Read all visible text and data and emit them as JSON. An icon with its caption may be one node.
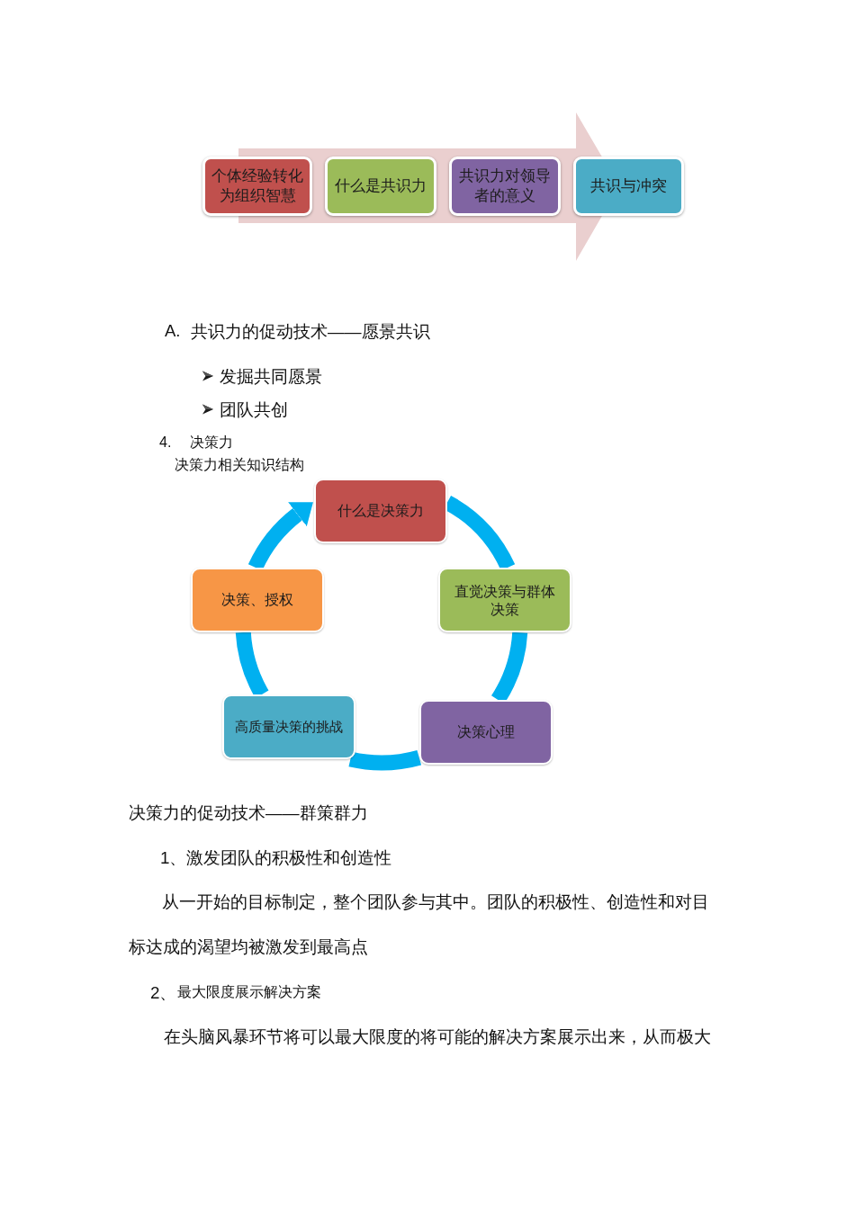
{
  "diagram": {
    "nodes": [
      {
        "text": [
          "个体经验转化为组织智慧"
        ]
      },
      {
        "text": [
          "什么是共识力"
        ]
      },
      {
        "text": [
          "共识力对领导者的意义"
        ]
      },
      {
        "text": [
          "共识与冲突"
        ]
      },
      {
        "text": [
          "什么是决策力"
        ]
      },
      {
        "text": [
          "直觉决策与群体决策"
        ]
      },
      {
        "text": [
          "决策心理"
        ]
      },
      {
        "text": [
          "高质量决策的挑战"
        ]
      },
      {
        "text": [
          "决策、授权"
        ]
      }
    ],
    "edges": [
      {
        "from": 4,
        "to": 5,
        "arrow": "none"
      },
      {
        "from": 5,
        "to": 6,
        "arrow": "none"
      },
      {
        "from": 6,
        "to": 7,
        "arrow": "none"
      },
      {
        "from": 7,
        "to": 8,
        "arrow": "none"
      },
      {
        "from": 8,
        "to": 4,
        "arrow": "to"
      }
    ],
    "labels": [
      "A.",
      "共识力的促动技术——愿景共识",
      "发掘共同愿景",
      "团队共创",
      "4.",
      "决策力",
      "决策力相关知识结构",
      "决策力的促动技术——群策群力",
      "1、激发团队的积极性和创造性",
      "从一开始的目标制定，整个团队参与其中。团队的积极性、创造性和对目标达成的渴望均被激发到最高点",
      "2、",
      "最大限度展示解决方案",
      "在头脑风暴环节将可以最大限度的将可能的解决方案展示出来，从而极大"
    ]
  }
}
